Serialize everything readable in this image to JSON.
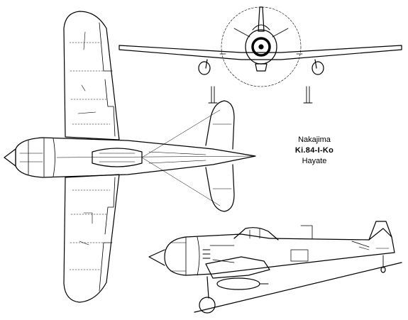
{
  "caption": {
    "manufacturer": "Nakajima",
    "designation": "Ki.84-I-Ko",
    "name": "Hayate"
  },
  "colors": {
    "line": "#000000",
    "background": "#ffffff"
  }
}
